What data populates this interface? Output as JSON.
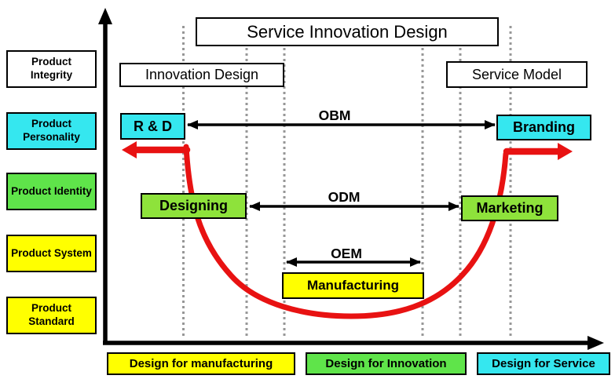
{
  "diagram_title": "Service Innovation Design",
  "stage_headers": {
    "innovation_design": "Innovation Design",
    "service_model": "Service Model"
  },
  "value_chain_nodes": {
    "rd": "R & D",
    "designing": "Designing",
    "manufacturing": "Manufacturing",
    "marketing": "Marketing",
    "branding": "Branding"
  },
  "business_model_arrows": {
    "obm": "OBM",
    "odm": "ODM",
    "oem": "OEM"
  },
  "left_axis_labels": [
    {
      "text": "Product Integrity",
      "color": "#FFFFFF"
    },
    {
      "text": "Product Personality",
      "color": "#35E7EF"
    },
    {
      "text": "Product Identity",
      "color": "#5FE44A"
    },
    {
      "text": "Product System",
      "color": "#FFFF00"
    },
    {
      "text": "Product Standard",
      "color": "#FFFF00"
    }
  ],
  "bottom_labels": [
    {
      "text": "Design for manufacturing",
      "color": "#FFFF00"
    },
    {
      "text": "Design for Innovation",
      "color": "#5FE44A"
    },
    {
      "text": "Design for Service",
      "color": "#35E7EF"
    }
  ],
  "colors": {
    "node_cyan": "#35E7EF",
    "node_green": "#8EE23B",
    "node_yellow": "#FFFF00",
    "curve_red": "#E81212",
    "dashed_guide": "#979797",
    "axis_black": "#000000",
    "box_white": "#FFFFFF"
  }
}
